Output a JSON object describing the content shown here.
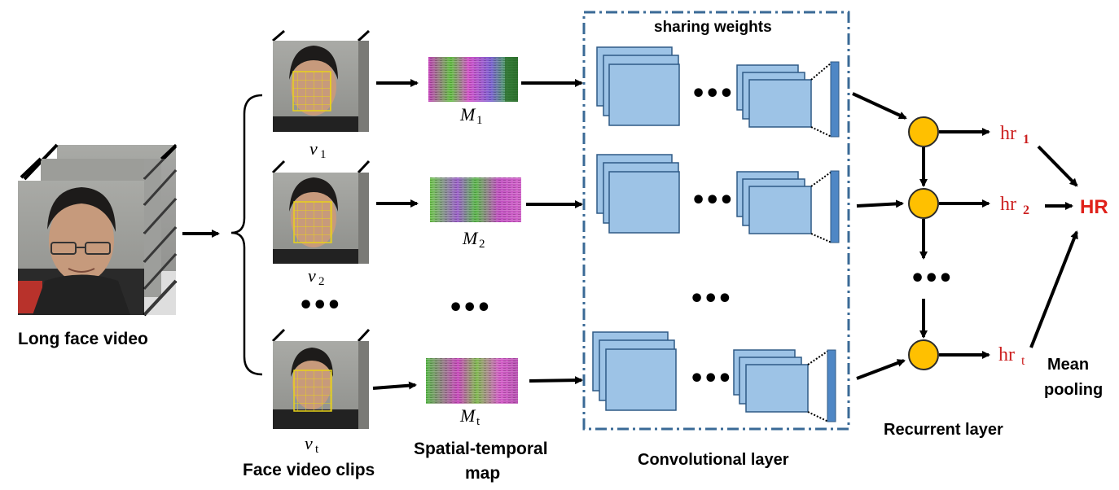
{
  "labels": {
    "long_face_video": "Long face video",
    "face_video_clips": "Face video clips",
    "spatial_temporal_line1": "Spatial-temporal",
    "spatial_temporal_line2": "map",
    "sharing_weights": "sharing weights",
    "convolutional_layer": "Convolutional layer",
    "recurrent_layer": "Recurrent layer",
    "mean_pooling_line1": "Mean",
    "mean_pooling_line2": "pooling",
    "hr_output": "HR",
    "ellipsis": "•••"
  },
  "clips": [
    {
      "base": "v",
      "sub": "1"
    },
    {
      "base": "v",
      "sub": "2"
    },
    {
      "base": "v",
      "sub": "t"
    }
  ],
  "maps": [
    {
      "base": "M",
      "sub": "1"
    },
    {
      "base": "M",
      "sub": "2"
    },
    {
      "base": "M",
      "sub": "t"
    }
  ],
  "hr_outputs": [
    {
      "base": "hr",
      "sub": "1"
    },
    {
      "base": "hr",
      "sub": "2"
    },
    {
      "base": "hr",
      "sub": "t"
    }
  ],
  "colors": {
    "conv_fill": "#9dc3e6",
    "conv_stroke": "#2f5a85",
    "fc_bar": "#4f87c5",
    "dashed_box": "#3a6a96",
    "node_fill": "#ffc000",
    "node_stroke": "#2b2b2b",
    "hr_text": "#cc1f1f"
  }
}
